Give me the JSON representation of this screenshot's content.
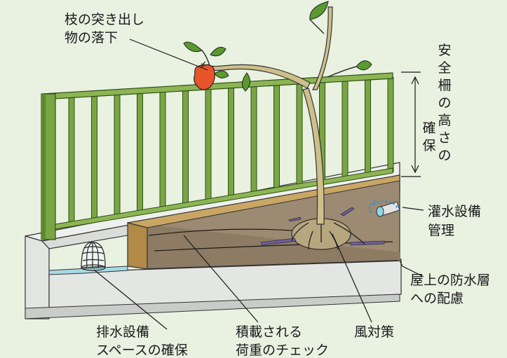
{
  "labels": {
    "branch": [
      "枝の突き出し",
      "物の落下"
    ],
    "fence_height_col1": "安全柵の高さの",
    "fence_height_col2": "確保",
    "irrigation": [
      "灌水設備",
      "管理"
    ],
    "waterproof": [
      "屋上の防水層",
      "への配慮"
    ],
    "drainage": [
      "排水設備",
      "スペースの確保"
    ],
    "load": [
      "積載される",
      "荷重のチェック"
    ],
    "wind": "風対策"
  },
  "colors": {
    "background": "#e9f1e1",
    "concrete": "#e6e8e6",
    "soil": "#9c8a73",
    "fence": "#7aa544",
    "fence_dark": "#4d7a23",
    "trunk": "#cdbf8a",
    "leaf": "#5b9a2e",
    "fruit": "#e8542a",
    "pipe": "#8fd7e6"
  }
}
